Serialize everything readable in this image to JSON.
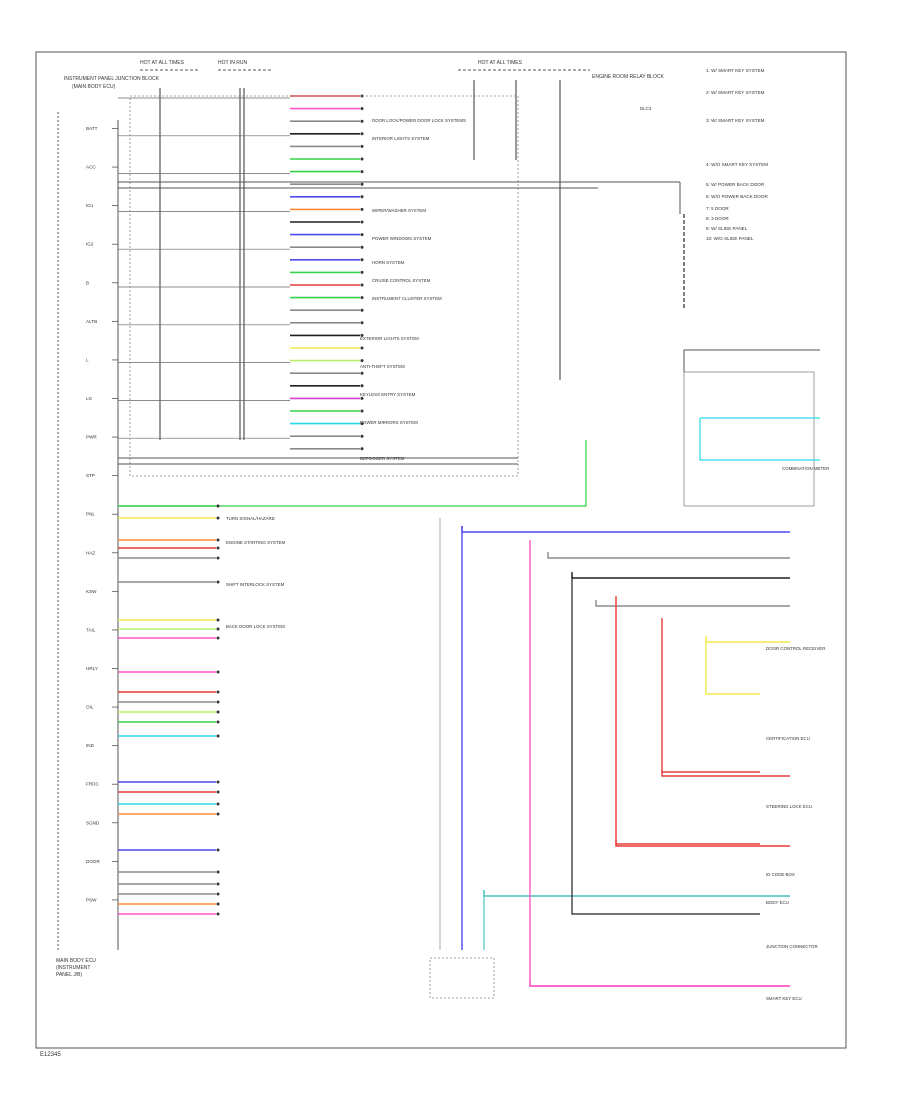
{
  "left_block_label": "INSTRUMENT PANEL JUNCTION BLOCK",
  "left_block_label2": "(MAIN BODY ECU)",
  "left_bottom_label": "MAIN BODY ECU",
  "left_bottom_label2": "(INSTRUMENT",
  "left_bottom_label3": "PANEL J/B)",
  "top_fuse_a": "HOT AT ALL TIMES",
  "top_fuse_b": "HOT IN RUN",
  "top_fuse_c": "HOT AT ALL TIMES",
  "top_relay_label": "ENGINE ROOM RELAY BLOCK",
  "footer_code": "E12345",
  "legend": [
    "1: W/ SMART KEY SYSTEM",
    "2: W/ SMART KEY SYSTEM",
    "3: W/ SMART KEY SYSTEM",
    "4: W/O SMART KEY SYSTEM",
    "5: W/ POWER BACK DOOR",
    "6: W/O POWER BACK DOOR",
    "7: 5 DOOR",
    "8: 3 DOOR",
    "9: W/ SLIDE PANEL",
    "10: W/O SLIDE PANEL"
  ],
  "left_connectors": [
    "BATT",
    "ACC",
    "IG1",
    "IG2",
    "B",
    "ALTB",
    "L",
    "LG",
    "PWR",
    "STP",
    "PNL",
    "HAZ",
    "KSW",
    "TAIL",
    "HRLY",
    "OIL",
    "IND",
    "FRDC",
    "SGND",
    "DOOR",
    "PSW"
  ],
  "system_labels": [
    "DOOR LOCK/POWER DOOR LOCK SYSTEMS",
    "INTERIOR LIGHTS SYSTEM",
    "WIPER/WASHER SYSTEM",
    "POWER WINDOWS SYSTEM",
    "HORN SYSTEM",
    "CRUISE CONTROL SYSTEM",
    "INSTRUMENT CLUSTER SYSTEM",
    "EXTERIOR LIGHTS SYSTEM",
    "ANTI-THEFT SYSTEM",
    "KEYLESS ENTRY SYSTEM",
    "POWER MIRRORS SYSTEM",
    "DEFOGGER SYSTEM",
    "TURN SIGNAL/HAZARD",
    "ENGINE STARTING SYSTEM",
    "SHIFT INTERLOCK SYSTEM",
    "BACK DOOR LOCK SYSTEM"
  ],
  "right_components": [
    "COMBINATION METER",
    "DOOR CONTROL RECEIVER",
    "CERTIFICATION ECU",
    "STEERING LOCK ECU",
    "ID CODE BOX",
    "BODY ECU",
    "JUNCTION CONNECTOR",
    "SMART KEY ECU",
    "DLC3"
  ],
  "wire_colors": {
    "red": "#e83a3a",
    "pink": "#ff55c8",
    "blue": "#4a4af0",
    "green": "#35d24a",
    "cyan": "#29d9e6",
    "orange": "#ff8a3c",
    "yellow": "#f2e94a",
    "magenta": "#d43fd4",
    "lime": "#b8f06a",
    "black": "#202020",
    "gray": "#8a8a8a",
    "teal": "#4ac0c0"
  }
}
